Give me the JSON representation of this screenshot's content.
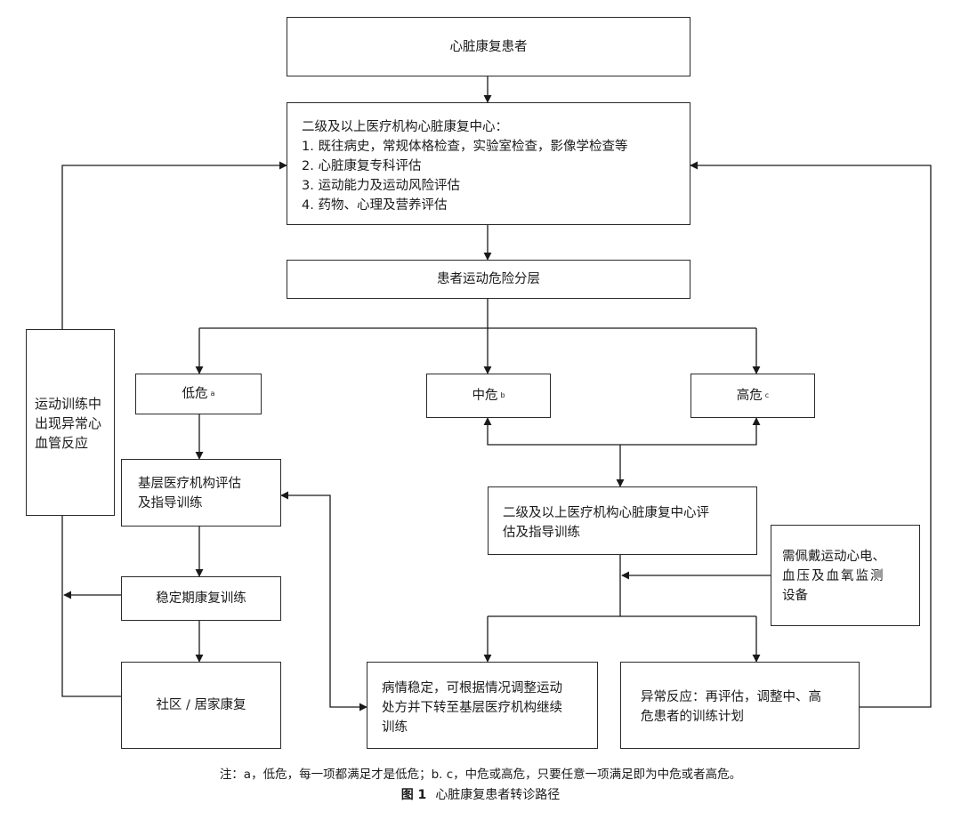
{
  "boxes": {
    "patient": "心脏康复患者",
    "center_title": "二级及以上医疗机构心脏康复中心：",
    "center_items": [
      "1. 既往病史，常规体格检查，实验室检查，影像学检查等",
      "2. 心脏康复专科评估",
      "3. 运动能力及运动风险评估",
      "4. 药物、心理及营养评估"
    ],
    "risk_strat": "患者运动危险分层",
    "low": "低危",
    "low_sup": "a",
    "mid": "中危",
    "mid_sup": "b",
    "high": "高危",
    "high_sup": "c",
    "exercise_line1": "运动训练中",
    "exercise_line2": "出现异常心",
    "exercise_line3": "血管反应",
    "primary_line1": "基层医疗机构评估",
    "primary_line2": "及指导训练",
    "secondary_line1": "二级及以上医疗机构心脏康复中心评",
    "secondary_line2": "估及指导训练",
    "monitor_line1": "需佩戴运动心电、",
    "monitor_line2": "血压及血氧监测",
    "monitor_line3": "设备",
    "stable_training": "稳定期康复训练",
    "community": "社区 / 居家康复",
    "stable_line1": "病情稳定，可根据情况调整运动",
    "stable_line2": "处方并下转至基层医疗机构继续",
    "stable_line3": "训练",
    "abnormal_line1": "异常反应：再评估，调整中、高",
    "abnormal_line2": "危患者的训练计划"
  },
  "note": "注：a，低危，每一项都满足才是低危；b. c，中危或高危，只要任意一项满足即为中危或者高危。",
  "caption_label": "图 1",
  "caption_text": "心脏康复患者转诊路径"
}
